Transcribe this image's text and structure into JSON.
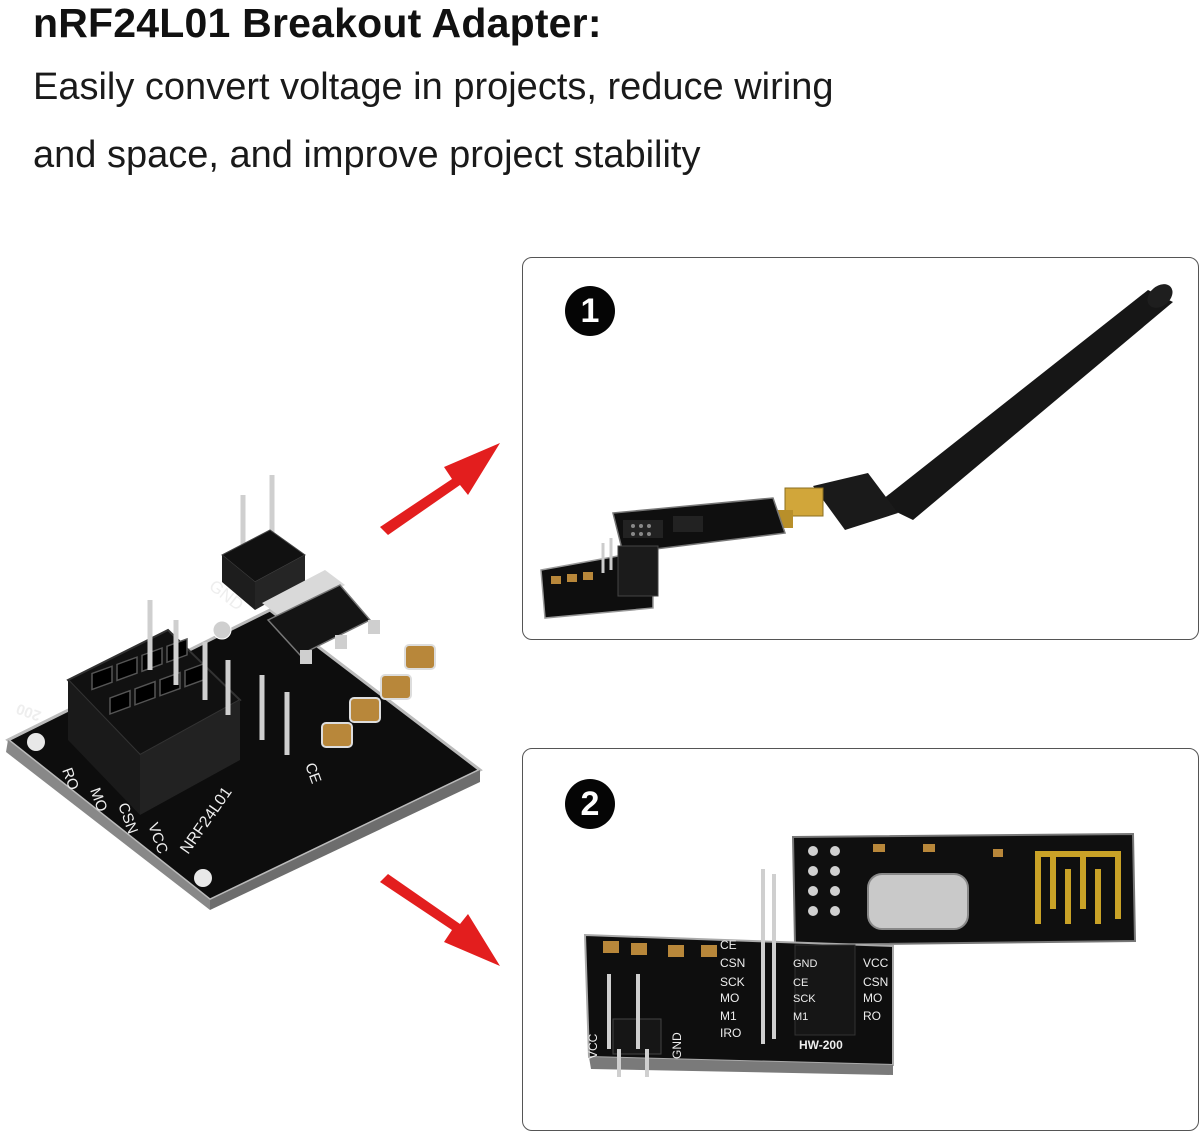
{
  "header": {
    "title": "nRF24L01 Breakout Adapter:",
    "subtitle_line1": "Easily convert voltage in projects, reduce wiring",
    "subtitle_line2": "and space, and improve project stability"
  },
  "panels": [
    {
      "badge": "1"
    },
    {
      "badge": "2"
    }
  ],
  "board_labels": {
    "gnd": "GND",
    "model": "200",
    "chip": "NRF24L01",
    "pins_left": [
      "RO",
      "MO",
      "CSN",
      "VCC"
    ],
    "ce": "CE"
  },
  "panel2_labels": {
    "pins": [
      "CE",
      "CSN",
      "SCK",
      "MO",
      "M1",
      "IRO"
    ],
    "vcc": "VCC",
    "gnd": "GND",
    "model": "HW-200",
    "pins_right": [
      "VCC",
      "CSN",
      "MO",
      "RO"
    ],
    "pins_mid": [
      "GND",
      "CE",
      "SCK",
      "M1"
    ]
  },
  "colors": {
    "arrow": "#e31e1e",
    "pcb": "#0d0d0d",
    "gold": "#c9a227"
  }
}
